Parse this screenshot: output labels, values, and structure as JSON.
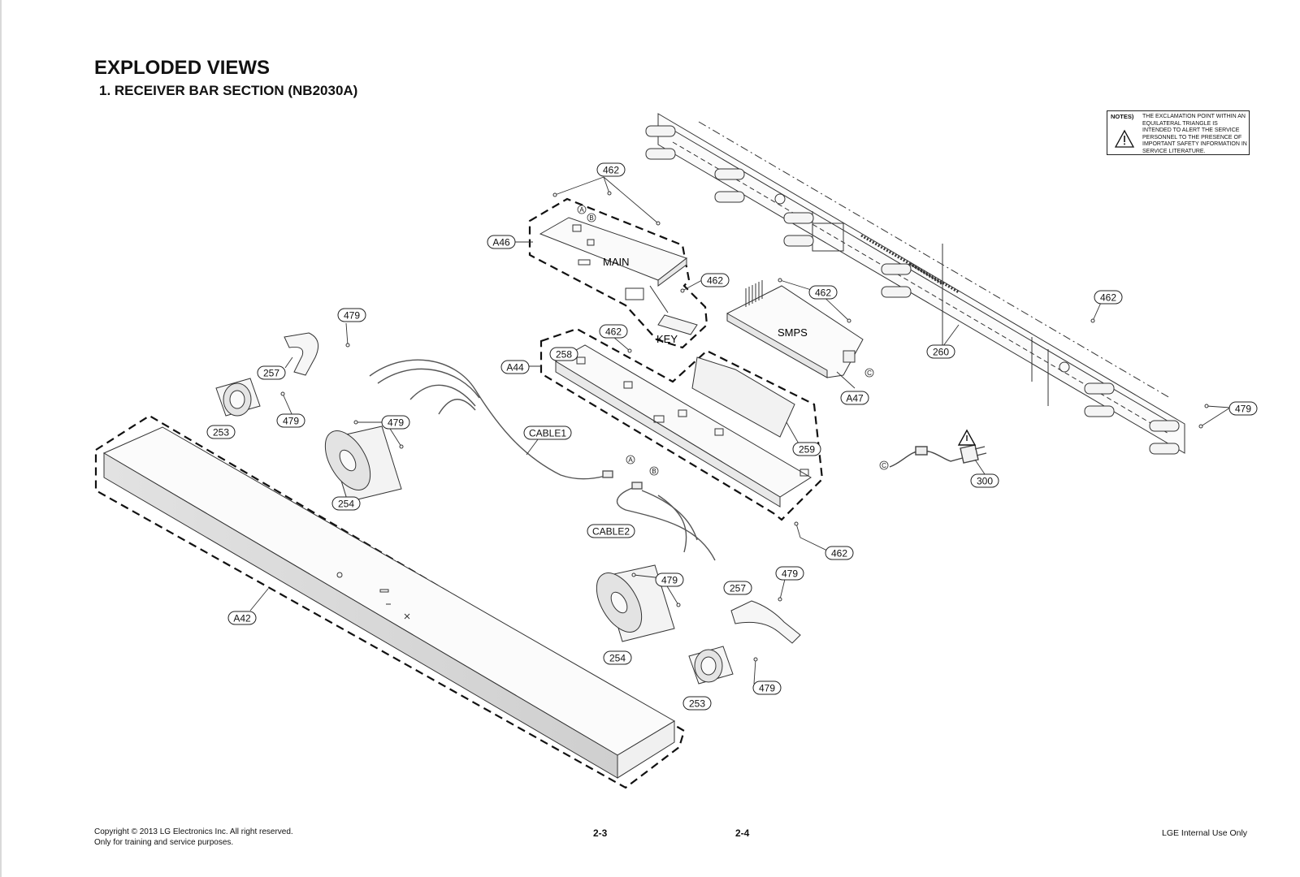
{
  "document": {
    "title": "EXPLODED VIEWS",
    "subtitle": "1. RECEIVER BAR SECTION (NB2030A)"
  },
  "notes": {
    "label": "NOTES)",
    "text": "THE EXCLAMATION POINT WITHIN AN EQUILATERAL TRIANGLE IS INTENDED TO ALERT THE SERVICE PERSONNEL TO THE PRESENCE OF IMPORTANT SAFETY INFORMATION IN SERVICE LITERATURE.",
    "icon": "warning-triangle-icon"
  },
  "parts": {
    "main_board_label": "MAIN",
    "key_board_label": "KEY",
    "smps_board_label": "SMPS",
    "connectors": [
      "A",
      "B",
      "C"
    ],
    "callouts": [
      {
        "id": "c1",
        "label": "462"
      },
      {
        "id": "c2",
        "label": "A46"
      },
      {
        "id": "c3",
        "label": "462"
      },
      {
        "id": "c4",
        "label": "462"
      },
      {
        "id": "c5",
        "label": "462"
      },
      {
        "id": "c6",
        "label": "479"
      },
      {
        "id": "c7",
        "label": "257"
      },
      {
        "id": "c8",
        "label": "479"
      },
      {
        "id": "c9",
        "label": "253"
      },
      {
        "id": "c10",
        "label": "479"
      },
      {
        "id": "c11",
        "label": "254"
      },
      {
        "id": "c12",
        "label": "462"
      },
      {
        "id": "c13",
        "label": "258"
      },
      {
        "id": "c14",
        "label": "A44"
      },
      {
        "id": "c15",
        "label": "CABLE1"
      },
      {
        "id": "c16",
        "label": "A47"
      },
      {
        "id": "c17",
        "label": "260"
      },
      {
        "id": "c18",
        "label": "462"
      },
      {
        "id": "c19",
        "label": "479"
      },
      {
        "id": "c20",
        "label": "259"
      },
      {
        "id": "c21",
        "label": "300"
      },
      {
        "id": "c22",
        "label": "CABLE2"
      },
      {
        "id": "c23",
        "label": "462"
      },
      {
        "id": "c24",
        "label": "A42"
      },
      {
        "id": "c25",
        "label": "479"
      },
      {
        "id": "c26",
        "label": "254"
      },
      {
        "id": "c27",
        "label": "257"
      },
      {
        "id": "c28",
        "label": "479"
      },
      {
        "id": "c29",
        "label": "479"
      },
      {
        "id": "c30",
        "label": "253"
      }
    ]
  },
  "footer": {
    "copyright_line1": "Copyright © 2013 LG Electronics Inc. All right reserved.",
    "copyright_line2": "Only for training and service purposes.",
    "page_left": "2-3",
    "page_right": "2-4",
    "internal": "LGE Internal Use Only"
  }
}
